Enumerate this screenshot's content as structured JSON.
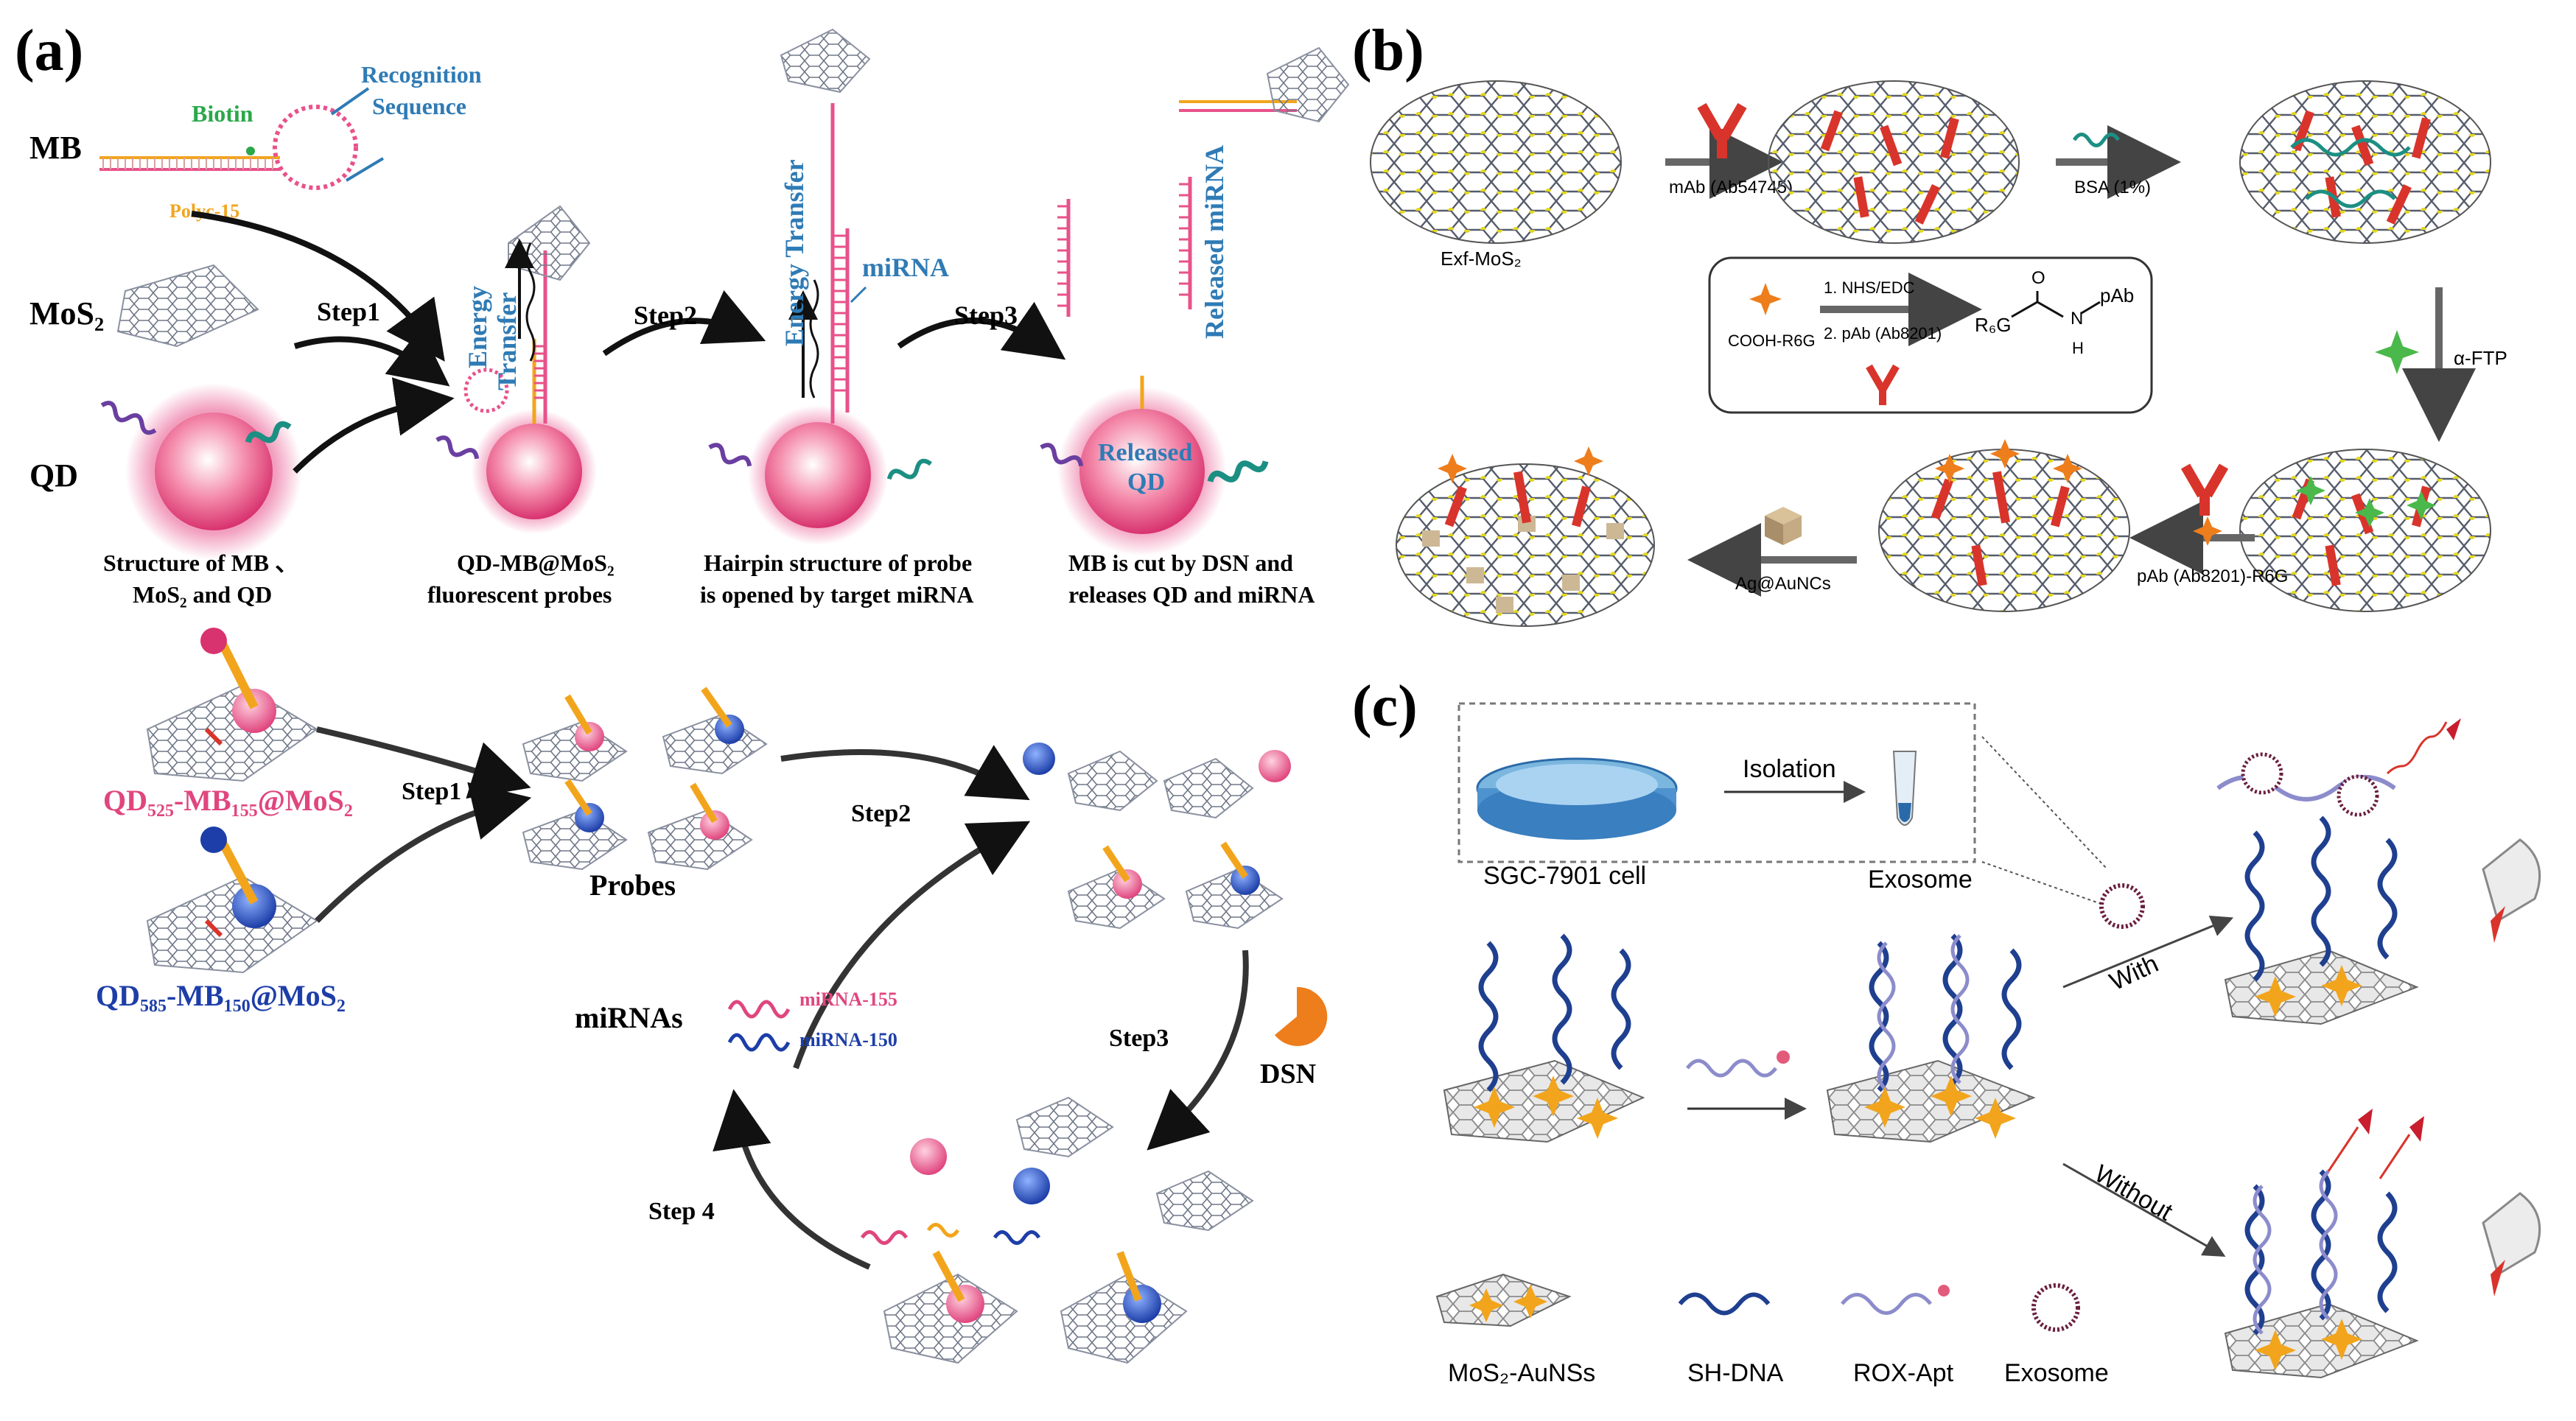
{
  "panels": {
    "a": "(a)",
    "b": "(b)",
    "c": "(c)"
  },
  "a_top": {
    "row_mb": "MB",
    "row_mos2": "MoS₂",
    "row_qd": "QD",
    "biotin": "Biotin",
    "recognition_1": "Recognition",
    "recognition_2": "Sequence",
    "polyc": "Polyc-15",
    "step1": "Step1",
    "step2": "Step2",
    "step3": "Step3",
    "energy_1": "Energy",
    "energy_2": "Transfer",
    "energy_transfer": "Energy Transfer",
    "mirna": "miRNA",
    "released_mirna": "Released miRNA",
    "released_qd_1": "Released",
    "released_qd_2": "QD",
    "cap1_1": "Structure of MB 、",
    "cap1_2": "MoS₂ and QD",
    "cap2_1": "QD-MB@MoS₂",
    "cap2_2": "fluorescent probes",
    "cap3_1": "Hairpin structure of probe",
    "cap3_2": "is opened by target miRNA",
    "cap4_1": "MB is cut by DSN and",
    "cap4_2": "releases QD and miRNA"
  },
  "a_bottom": {
    "probe1": "QD₅₂₅-MB₁₅₅@MoS₂",
    "probe2": "QD₅₈₅-MB₁₅₀@MoS₂",
    "step1": "Step1",
    "step2": "Step2",
    "step3": "Step3",
    "step4": "Step 4",
    "probes": "Probes",
    "mirnas": "miRNAs",
    "mirna155": "miRNA-155",
    "mirna150": "miRNA-150",
    "dsn": "DSN"
  },
  "b": {
    "exf": "Exf-MoS₂",
    "mab": "mAb (Ab54745)",
    "bsa": "BSA (1%)",
    "nhs": "1. NHS/EDC",
    "pab_step": "2. pAb (Ab8201)",
    "cooh": "COOH-R6G",
    "r6g": "R₆G",
    "pab": "pAb",
    "o": "O",
    "n": "N",
    "h": "H",
    "afp": "α-FTP",
    "pab_r6g": "pAb (Ab8201)-R6G",
    "ag": "Ag@AuNCs"
  },
  "c": {
    "isolation": "Isolation",
    "cell": "SGC-7901 cell",
    "exosome_top": "Exosome",
    "with": "With",
    "without": "Without",
    "legend_mos2": "MoS₂-AuNSs",
    "legend_sh": "SH-DNA",
    "legend_rox": "ROX-Apt",
    "legend_exo": "Exosome"
  },
  "colors": {
    "pink": "#e8528a",
    "blue_dna": "#1f3f8f",
    "red_ab": "#d9342b",
    "gold": "#f2a51c",
    "teal": "#1c8f83",
    "purple": "#7b3fa0"
  }
}
